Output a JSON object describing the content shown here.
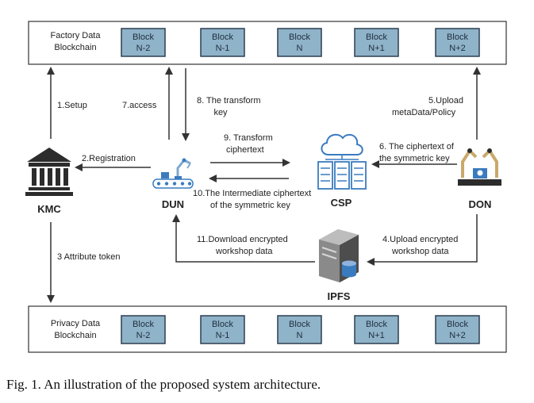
{
  "top_chain": {
    "label_line1": "Factory Data",
    "label_line2": "Blockchain",
    "blocks": [
      {
        "line1": "Block",
        "line2": "N-2"
      },
      {
        "line1": "Block",
        "line2": "N-1"
      },
      {
        "line1": "Block",
        "line2": "N"
      },
      {
        "line1": "Block",
        "line2": "N+1"
      },
      {
        "line1": "Block",
        "line2": "N+2"
      }
    ]
  },
  "bottom_chain": {
    "label_line1": "Privacy Data",
    "label_line2": "Blockchain",
    "blocks": [
      {
        "line1": "Block",
        "line2": "N-2"
      },
      {
        "line1": "Block",
        "line2": "N-1"
      },
      {
        "line1": "Block",
        "line2": "N"
      },
      {
        "line1": "Block",
        "line2": "N+1"
      },
      {
        "line1": "Block",
        "line2": "N+2"
      }
    ]
  },
  "nodes": {
    "kmc": "KMC",
    "dun": "DUN",
    "csp": "CSP",
    "don": "DON",
    "ipfs": "IPFS"
  },
  "edges": {
    "setup": "1.Setup",
    "registration": "2.Registration",
    "attribute_token": "3 Attribute  token",
    "upload_encrypted_1": "4.Upload encrypted",
    "upload_encrypted_2": "workshop data",
    "upload_meta_1": "5.Upload",
    "upload_meta_2": "metaData/Policy",
    "cipher_sym_1": "6. The ciphertext of",
    "cipher_sym_2": "the symmetric key",
    "access": "7.access",
    "transform_key_1": "8. The transform",
    "transform_key_2": "key",
    "transform_cipher_1": "9. Transform",
    "transform_cipher_2": "ciphertext",
    "intermediate_1": "10.The Intermediate ciphertext",
    "intermediate_2": "of  the symmetric key",
    "download_1": "11.Download encrypted",
    "download_2": "workshop data"
  },
  "caption": "Fig. 1.   An illustration of the proposed system architecture.",
  "colors": {
    "block_fill": "#8fb3c9",
    "block_stroke": "#2d3e50",
    "frame_stroke": "#333333",
    "arrow": "#333333",
    "icon_blue": "#3a7bbf",
    "icon_dark": "#2c2c2c"
  }
}
